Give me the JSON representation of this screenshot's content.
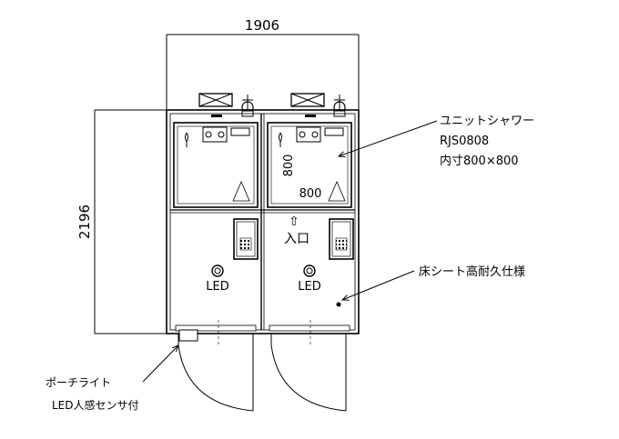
{
  "dimensions": {
    "width": "1906",
    "depth": "2196",
    "inner_width": "800",
    "inner_depth": "800"
  },
  "labels": {
    "shower_unit": "ユニットシャワー",
    "shower_model": "RJS0808",
    "inner_size": "内寸800×800",
    "floor_sheet": "床シート高耐久仕様",
    "porch_light": "ポーチライト",
    "led_sensor": "LED人感センサ付",
    "led_left": "LED",
    "led_right": "LED",
    "entrance": "入口",
    "entrance_arrow": "⇧"
  }
}
